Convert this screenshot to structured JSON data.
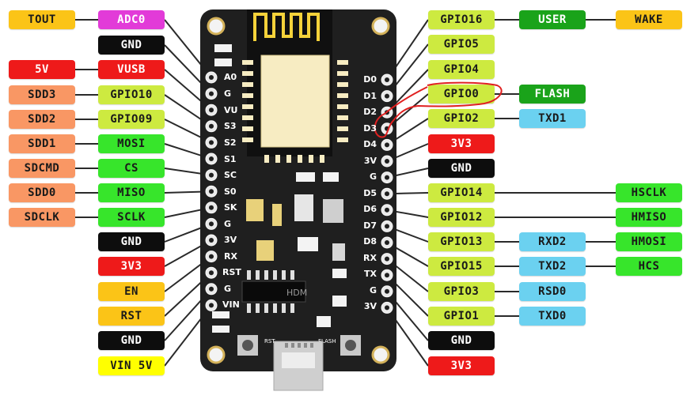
{
  "colors": {
    "orange": "#fbc417",
    "magenta": "#e23bd8",
    "black": "#0d0d0d",
    "red": "#ee1a1a",
    "salmon": "#f99764",
    "yellowgreen": "#cdea40",
    "green": "#37e52b",
    "yellow": "#ffff00",
    "darkgreen": "#1aa31a",
    "cyan": "#6bd1f0",
    "board": "#1f1f1f",
    "annotation": "#e02020"
  },
  "left_labels": [
    {
      "text": "TOUT",
      "color": "orange"
    },
    {
      "text": "ADC0",
      "color": "magenta"
    },
    {
      "text": "GND",
      "color": "black"
    },
    {
      "text": "5V",
      "color": "red"
    },
    {
      "text": "VUSB",
      "color": "red"
    },
    {
      "text": "SDD3",
      "color": "salmon"
    },
    {
      "text": "GPIO10",
      "color": "yellowgreen"
    },
    {
      "text": "SDD2",
      "color": "salmon"
    },
    {
      "text": "GPIO09",
      "color": "yellowgreen"
    },
    {
      "text": "SDD1",
      "color": "salmon"
    },
    {
      "text": "MOSI",
      "color": "green"
    },
    {
      "text": "SDCMD",
      "color": "salmon"
    },
    {
      "text": "CS",
      "color": "green"
    },
    {
      "text": "SDD0",
      "color": "salmon"
    },
    {
      "text": "MISO",
      "color": "green"
    },
    {
      "text": "SDCLK",
      "color": "salmon"
    },
    {
      "text": "SCLK",
      "color": "green"
    },
    {
      "text": "GND",
      "color": "black"
    },
    {
      "text": "3V3",
      "color": "red"
    },
    {
      "text": "EN",
      "color": "orange"
    },
    {
      "text": "RST",
      "color": "orange"
    },
    {
      "text": "GND",
      "color": "black"
    },
    {
      "text": "VIN 5V",
      "color": "yellow"
    }
  ],
  "right_labels": [
    {
      "text": "GPIO16",
      "color": "yellowgreen"
    },
    {
      "text": "USER",
      "color": "darkgreen"
    },
    {
      "text": "WAKE",
      "color": "orange"
    },
    {
      "text": "GPIO5",
      "color": "yellowgreen"
    },
    {
      "text": "GPIO4",
      "color": "yellowgreen"
    },
    {
      "text": "GPIO0",
      "color": "yellowgreen"
    },
    {
      "text": "FLASH",
      "color": "darkgreen"
    },
    {
      "text": "GPIO2",
      "color": "yellowgreen"
    },
    {
      "text": "TXD1",
      "color": "cyan"
    },
    {
      "text": "3V3",
      "color": "red"
    },
    {
      "text": "GND",
      "color": "black"
    },
    {
      "text": "GPIO14",
      "color": "yellowgreen"
    },
    {
      "text": "HSCLK",
      "color": "green"
    },
    {
      "text": "GPIO12",
      "color": "yellowgreen"
    },
    {
      "text": "HMISO",
      "color": "green"
    },
    {
      "text": "GPIO13",
      "color": "yellowgreen"
    },
    {
      "text": "RXD2",
      "color": "cyan"
    },
    {
      "text": "HMOSI",
      "color": "green"
    },
    {
      "text": "GPIO15",
      "color": "yellowgreen"
    },
    {
      "text": "TXD2",
      "color": "cyan"
    },
    {
      "text": "HCS",
      "color": "green"
    },
    {
      "text": "GPIO3",
      "color": "yellowgreen"
    },
    {
      "text": "RSD0",
      "color": "cyan"
    },
    {
      "text": "GPIO1",
      "color": "yellowgreen"
    },
    {
      "text": "TXD0",
      "color": "cyan"
    },
    {
      "text": "GND",
      "color": "black"
    },
    {
      "text": "3V3",
      "color": "red"
    }
  ],
  "board_left_pins": [
    "A0",
    "G",
    "VU",
    "S3",
    "S2",
    "S1",
    "SC",
    "S0",
    "SK",
    "G",
    "3V",
    "RX",
    "RST",
    "G",
    "VIN"
  ],
  "board_right_pins": [
    "D0",
    "D1",
    "D2",
    "D3",
    "D4",
    "3V",
    "G",
    "D5",
    "D6",
    "D7",
    "D8",
    "RX",
    "TX",
    "G",
    "3V"
  ],
  "chip_text": "HDM",
  "button_left": "RST",
  "button_right": "FLASH"
}
